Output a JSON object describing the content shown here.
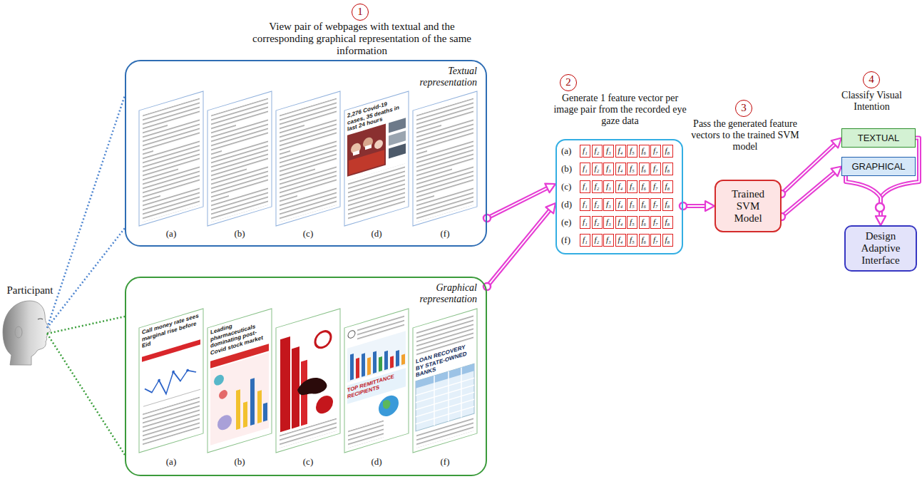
{
  "diagram": {
    "nodes": [
      {
        "text": [
          "Participant"
        ]
      },
      {
        "text": [
          "Textual representation"
        ]
      },
      {
        "text": [
          "Graphical representation"
        ]
      },
      {
        "text": [
          "(a)",
          "(b)",
          "(c)",
          "(d)",
          "(e)",
          "(f)"
        ]
      },
      {
        "text": [
          "Trained SVM Model"
        ]
      },
      {
        "text": [
          "TEXTUAL"
        ]
      },
      {
        "text": [
          "GRAPHICAL"
        ]
      },
      {
        "text": [
          "Design Adaptive Interface"
        ]
      }
    ],
    "edges": [
      {
        "from": 0,
        "to": 1,
        "arrow": "none"
      },
      {
        "from": 0,
        "to": 2,
        "arrow": "none"
      },
      {
        "from": 1,
        "to": 3,
        "arrow": "to"
      },
      {
        "from": 2,
        "to": 3,
        "arrow": "to"
      },
      {
        "from": 3,
        "to": 4,
        "arrow": "to"
      },
      {
        "from": 4,
        "to": 5,
        "arrow": "to"
      },
      {
        "from": 4,
        "to": 6,
        "arrow": "to"
      },
      {
        "from": 5,
        "to": 7,
        "arrow": "to"
      },
      {
        "from": 6,
        "to": 7,
        "arrow": "to"
      }
    ],
    "labels": [
      "1",
      "View pair of webpages with textual and the corresponding graphical representation of the same information",
      "(a)",
      "(b)",
      "(c)",
      "(d)",
      "(f)",
      "2,276 Covid-19 cases, 35 deaths in last 24 hours",
      "Call money rate sees marginal rise before Eid",
      "Leading pharmaceuticals dominating post-Covid stock market",
      "TOP REMITTANCE RECIPIENTS",
      "LOAN RECOVERY BY STATE-OWNED BANKS",
      "(a)",
      "(b)",
      "(c)",
      "(d)",
      "(f)",
      "2",
      "Generate 1 feature vector per image pair from the recorded eye gaze data",
      "f₁",
      "f₂",
      "f₃",
      "f₄",
      "f₅",
      "f₆",
      "f₇",
      "f₈",
      "f₁",
      "f₂",
      "f₃",
      "f₄",
      "f₅",
      "f₆",
      "f₇",
      "f₈",
      "f₁",
      "f₂",
      "f₃",
      "f₄",
      "f₅",
      "f₆",
      "f₇",
      "f₈",
      "f₁",
      "f₂",
      "f₃",
      "f₄",
      "f₅",
      "f₆",
      "f₇",
      "f₈",
      "f₁",
      "f₂",
      "f₃",
      "f₄",
      "f₅",
      "f₆",
      "f₇",
      "f₈",
      "f₁",
      "f₂",
      "f₃",
      "f₄",
      "f₅",
      "f₆",
      "f₇",
      "f₈",
      "3",
      "Pass the generated feature vectors to the trained SVM model",
      "4",
      "Classify Visual Intention"
    ]
  }
}
